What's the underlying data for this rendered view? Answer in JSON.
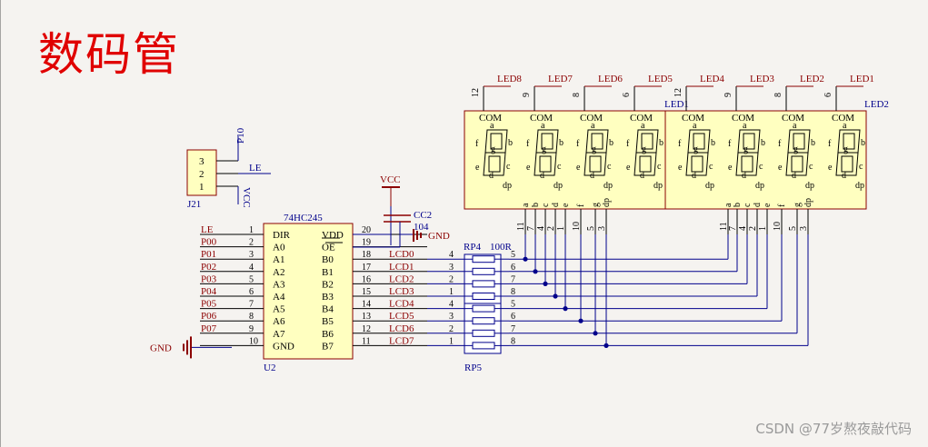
{
  "title": "数码管",
  "watermark": "CSDN @77岁熬夜敲代码",
  "j21": {
    "ref": "J21",
    "pins": [
      "3",
      "2",
      "1"
    ],
    "nets": [
      "P10",
      "LE",
      "VCC"
    ]
  },
  "u2": {
    "ref": "U2",
    "part": "74HC245",
    "left_nets": [
      "LE",
      "P00",
      "P01",
      "P02",
      "P03",
      "P04",
      "P05",
      "P06",
      "P07"
    ],
    "left_pins": [
      "1",
      "2",
      "3",
      "4",
      "5",
      "6",
      "7",
      "8",
      "9",
      "10"
    ],
    "left_names": [
      "DIR",
      "A0",
      "A1",
      "A2",
      "A3",
      "A4",
      "A5",
      "A6",
      "A7",
      "GND"
    ],
    "right_names": [
      "VDD",
      "OE",
      "B0",
      "B1",
      "B2",
      "B3",
      "B4",
      "B5",
      "B6",
      "B7"
    ],
    "right_pins": [
      "20",
      "19",
      "18",
      "17",
      "16",
      "15",
      "14",
      "13",
      "12",
      "11"
    ],
    "lcd_nets": [
      "LCD0",
      "LCD1",
      "LCD2",
      "LCD3",
      "LCD4",
      "LCD5",
      "LCD6",
      "LCD7"
    ]
  },
  "power": {
    "vcc": "VCC",
    "gnd": "GND",
    "cap_ref": "CC2",
    "cap_val": "104"
  },
  "rp4": {
    "ref": "RP4",
    "value": "100R",
    "left_pins": [
      "4",
      "3",
      "2",
      "1"
    ],
    "right_pins": [
      "5",
      "6",
      "7",
      "8"
    ]
  },
  "rp5": {
    "ref": "RP5",
    "left_pins": [
      "4",
      "3",
      "2",
      "1"
    ],
    "right_pins": [
      "5",
      "6",
      "7",
      "8"
    ]
  },
  "led_groups": [
    {
      "ref": "LED1",
      "digits": [
        {
          "led": "LED8",
          "com_pin": "12"
        },
        {
          "led": "LED7",
          "com_pin": "9"
        },
        {
          "led": "LED6",
          "com_pin": "8"
        },
        {
          "led": "LED5",
          "com_pin": "6"
        }
      ],
      "seg_names": [
        "a",
        "b",
        "c",
        "d",
        "e",
        "f",
        "g",
        "dp"
      ],
      "seg_pins": [
        "11",
        "7",
        "4",
        "2",
        "1",
        "10",
        "5",
        "3"
      ]
    },
    {
      "ref": "LED2",
      "digits": [
        {
          "led": "LED4",
          "com_pin": "12"
        },
        {
          "led": "LED3",
          "com_pin": "9"
        },
        {
          "led": "LED2",
          "com_pin": "8"
        },
        {
          "led": "LED1",
          "com_pin": "6"
        }
      ],
      "seg_names": [
        "a",
        "b",
        "c",
        "d",
        "e",
        "f",
        "g",
        "dp"
      ],
      "seg_pins": [
        "11",
        "7",
        "4",
        "2",
        "1",
        "10",
        "5",
        "3"
      ]
    }
  ],
  "digit_labels": {
    "com": "COM",
    "seg_a": "a",
    "seg_b": "b",
    "seg_c": "c",
    "seg_d": "d",
    "seg_e": "e",
    "seg_f": "f",
    "seg_g": "g",
    "seg_dp": "dp"
  },
  "colors": {
    "net": "#00008b",
    "label": "#8b0000",
    "body": "#ffffc0",
    "title": "#e00000"
  }
}
